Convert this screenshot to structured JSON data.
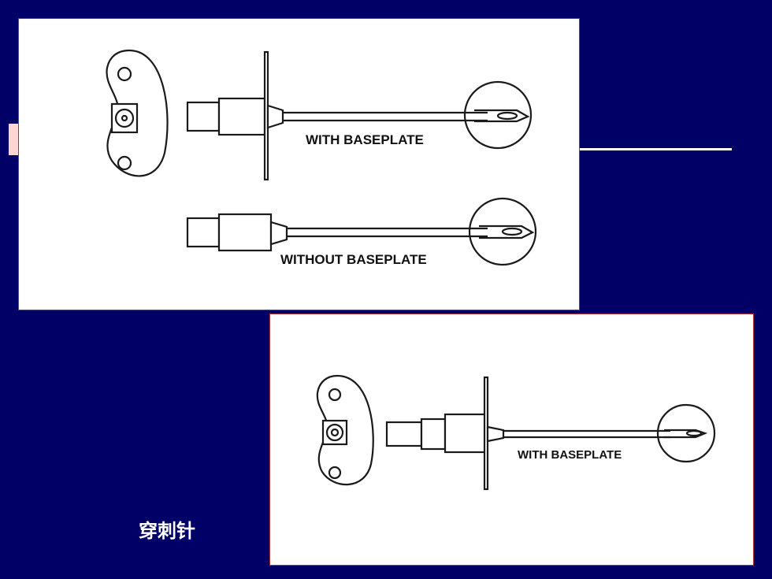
{
  "figure_top": {
    "label_with": "WITH BASEPLATE",
    "label_without": "WITHOUT BASEPLATE"
  },
  "figure_bottom": {
    "label_with": "WITH BASEPLATE"
  },
  "caption": "穿刺针",
  "colors": {
    "background": "#000066",
    "panel": "#ffffff",
    "line_art": "#1a1a1a",
    "caption_text": "#ffffff",
    "accent_line": "#ffffff"
  }
}
